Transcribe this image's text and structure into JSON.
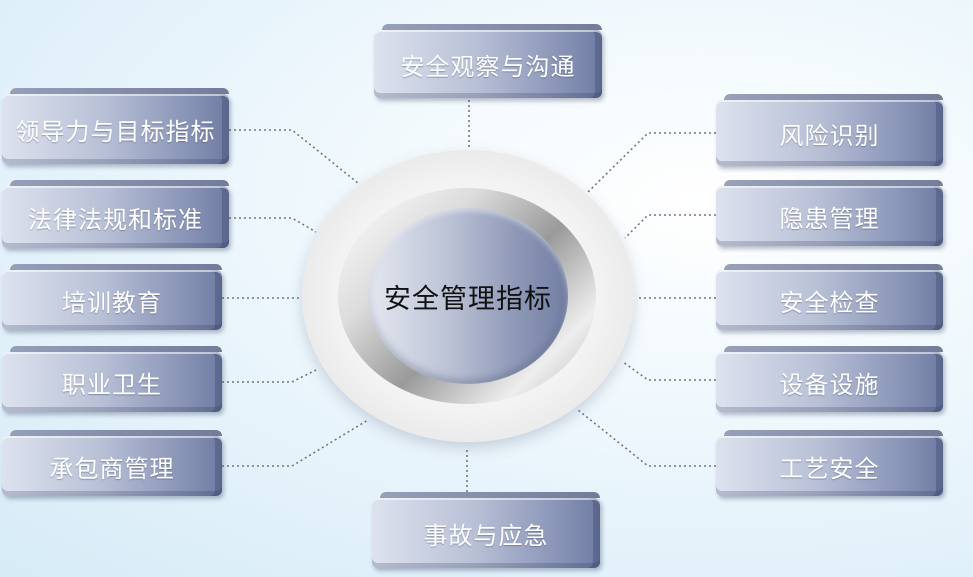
{
  "diagram": {
    "center": {
      "label": "安全管理指标"
    },
    "top": {
      "label": "安全观察与沟通"
    },
    "bottom": {
      "label": "事故与应急"
    },
    "left_items": [
      {
        "label": "领导力与目标指标"
      },
      {
        "label": "法律法规和标准"
      },
      {
        "label": "培训教育"
      },
      {
        "label": "职业卫生"
      },
      {
        "label": "承包商管理"
      }
    ],
    "right_items": [
      {
        "label": "风险识别"
      },
      {
        "label": "隐患管理"
      },
      {
        "label": "安全检查"
      },
      {
        "label": "设备设施"
      },
      {
        "label": "工艺安全"
      }
    ]
  }
}
